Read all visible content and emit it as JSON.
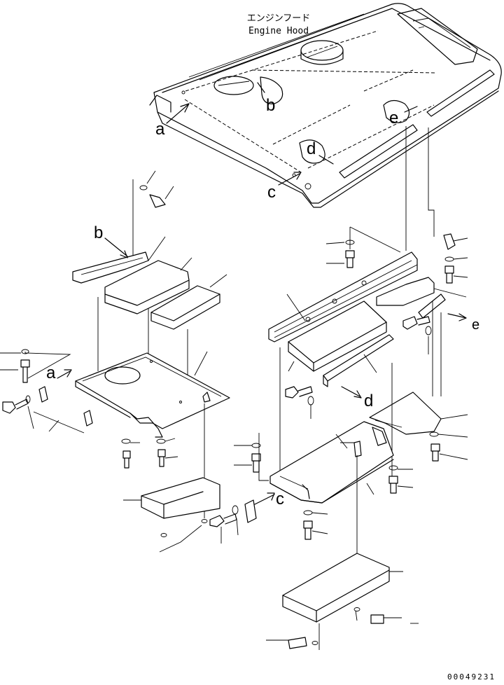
{
  "title": {
    "japanese": "エンジンフード",
    "english": "Engine Hood"
  },
  "ref_letters": {
    "a": "a",
    "b": "b",
    "c": "c",
    "d": "d",
    "e": "e"
  },
  "part_number": "00049231"
}
